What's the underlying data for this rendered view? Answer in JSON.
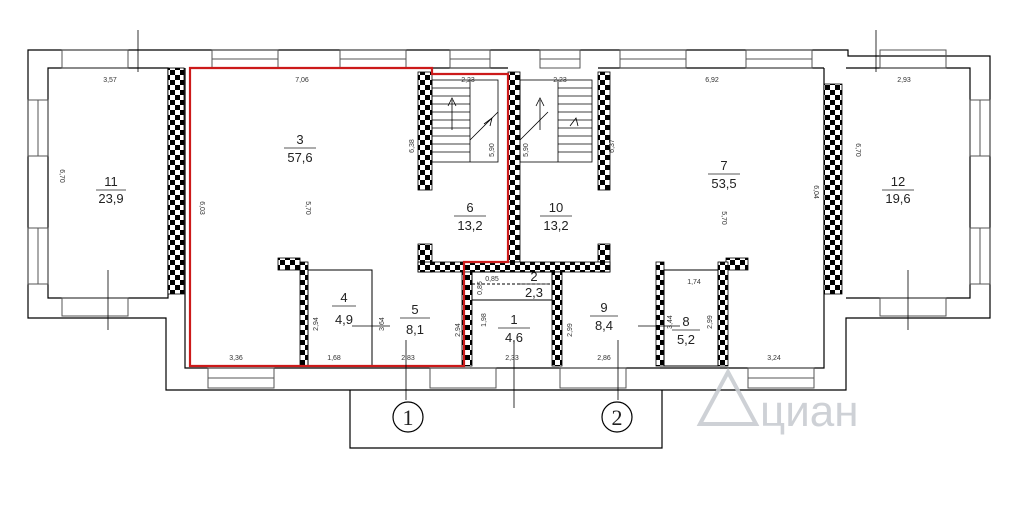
{
  "rooms": [
    {
      "id": "11",
      "area": "23,9"
    },
    {
      "id": "3",
      "area": "57,6"
    },
    {
      "id": "6",
      "area": "13,2"
    },
    {
      "id": "10",
      "area": "13,2"
    },
    {
      "id": "7",
      "area": "53,5"
    },
    {
      "id": "12",
      "area": "19,6"
    },
    {
      "id": "4",
      "area": "4,9"
    },
    {
      "id": "5",
      "area": "8,1"
    },
    {
      "id": "2",
      "area": "2,3"
    },
    {
      "id": "1",
      "area": "4,6"
    },
    {
      "id": "9",
      "area": "8,4"
    },
    {
      "id": "8",
      "area": "5,2"
    }
  ],
  "dimensions": {
    "top_left": "3,57",
    "top_room3": "7,06",
    "top_stair_left": "2,23",
    "top_stair_right": "2,23",
    "top_room7": "6,92",
    "top_right": "2,93",
    "left_height": "6,70",
    "room3_left": "6,03",
    "room3_mid": "5,70",
    "stair_left_h": "6,38",
    "stair_mid_h": "5,90",
    "stair_mid_h2": "5,90",
    "stair_right_h": "6,37",
    "room7_mid": "5,70",
    "room7_right": "6,04",
    "right_height": "6,70",
    "bottom_336": "3,36",
    "bottom_168": "1,68",
    "bottom_283": "2,83",
    "bottom_233": "2,33",
    "bottom_286": "2,86",
    "bottom_324": "3,24",
    "room4_h": "2,94",
    "room4_h2": "3,64",
    "room5_h": "2,94",
    "room1_h": "1,98",
    "room1_h2": "2,99",
    "room2_w": "0,85",
    "room2_h": "0,85",
    "room8_w": "1,74",
    "room8_h": "3,44",
    "room8_h2": "2,99"
  },
  "axes": {
    "a1": "1",
    "a2": "2"
  },
  "watermark": "циан",
  "colors": {
    "wall": "#000000",
    "highlight": "#cc1a1a",
    "window": "#555555",
    "watermark": "#c9cdd2"
  }
}
